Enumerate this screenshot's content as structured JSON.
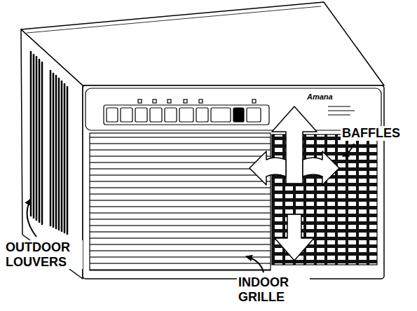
{
  "diagram": {
    "labels": [
      "OUTDOOR LOUVERS",
      "BAFFLES",
      "INDOOR GRILLE",
      "Amana"
    ]
  }
}
